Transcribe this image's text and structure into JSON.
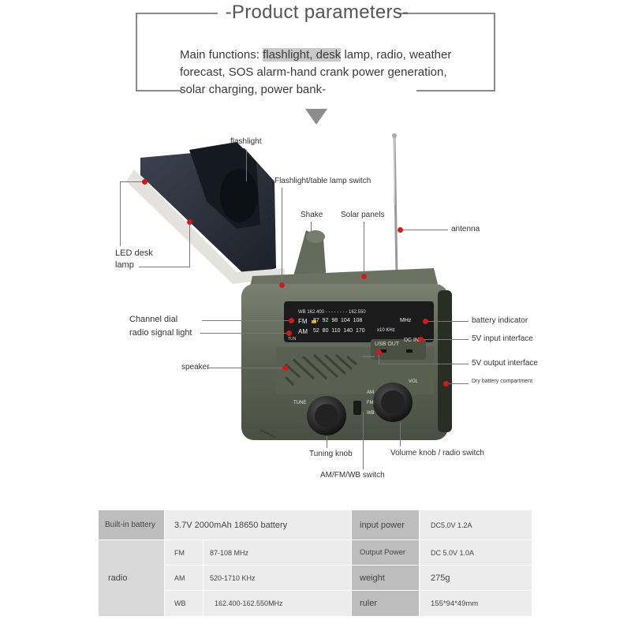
{
  "header": {
    "title": "-Product parameters-",
    "main_functions": {
      "part1": "Main functions: ",
      "highlight": "flashlight, desk",
      "part2": " lamp, radio, weather forecast, SOS alarm-hand crank power generation, solar charging, power bank-"
    }
  },
  "labels": {
    "flashlight": "flashlight",
    "flashlight_switch": "Flashlight/table lamp switch",
    "shake": "Shake",
    "solar_panels": "Solar panels",
    "antenna": "antenna",
    "led_desk_lamp_1": "LED desk",
    "led_desk_lamp_2": "lamp",
    "channel_dial": "Channel dial",
    "radio_signal_light": "radio signal light",
    "battery_indicator": "battery indicator",
    "input_5v": "5V input interface",
    "output_5v": "5V output interface",
    "speaker": "speaker",
    "dry_battery": "Dry battery compartment",
    "tuning_knob": "Tuning knob",
    "volume_knob": "Volume knob / radio switch",
    "band_switch": "AM/FM/WB switch"
  },
  "radio_face": {
    "wb_row": "WB 162.400 - - - - - - - - 162.550",
    "fm_label": "FM",
    "fm_ticks": "87  92  98  104  108",
    "fm_unit": "MHz",
    "am_label": "AM",
    "am_ticks": "52  80  110  140  170",
    "am_unit": "x10 KHz",
    "tun": "TUN",
    "usb_out": "USB OUT",
    "dc_in": "DC IN",
    "tune": "TUNE",
    "vol": "VOL",
    "sw_am": "AM",
    "sw_fm": "FM",
    "sw_wb": "WB"
  },
  "specs": {
    "builtin_battery_label": "Built-in battery",
    "builtin_battery_value": "3.7V 2000mAh 18650 battery",
    "radio_label": "radio",
    "fm_label": "FM",
    "fm_value": "87-108 MHz",
    "am_label": "AM",
    "am_value": "520-1710 KHz",
    "wb_label": "WB",
    "wb_value": "162.400-162.550MHz",
    "input_power_label": "input power",
    "input_power_value": "DC5.0V 1.2A",
    "output_power_label": "Output Power",
    "output_power_value": "DC 5.0V 1.0A",
    "weight_label": "weight",
    "weight_value": "275g",
    "ruler_label": "ruler",
    "ruler_value": "155*94*49mm"
  },
  "colors": {
    "body": "#5c6253",
    "dial": "#1b1b1b",
    "indicator": "#d21a1a",
    "table_dark": "#bdbdbd",
    "table_mid": "#d8d8d8",
    "table_light": "#ececec"
  }
}
